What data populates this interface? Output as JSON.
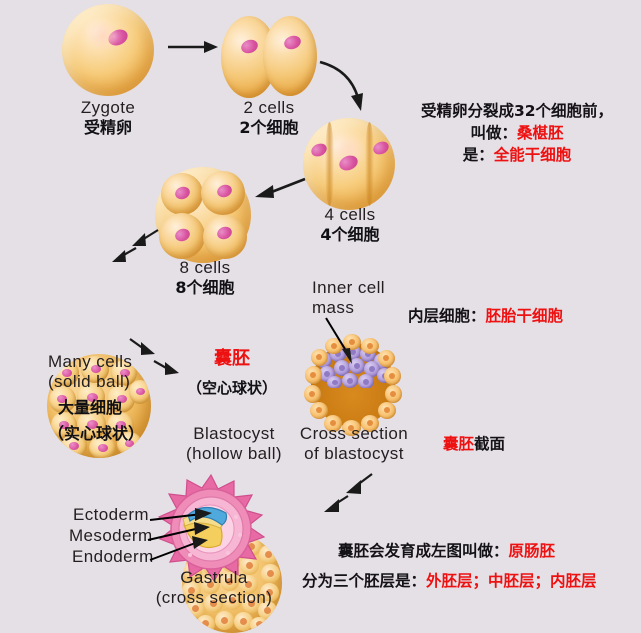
{
  "diagram": {
    "title": "Human embryonic development stages",
    "background_color": "#e5e0e6",
    "accent_red": "#ee1111",
    "text_color": "#231f20"
  },
  "stages": {
    "zygote": {
      "en": "Zygote",
      "cn": "受精卵"
    },
    "two_cells": {
      "en": "2 cells",
      "cn": "2个细胞"
    },
    "four_cells": {
      "en": "4 cells",
      "cn": "4个细胞"
    },
    "eight_cells": {
      "en": "8 cells",
      "cn": "8个细胞"
    },
    "many_cells": {
      "en_line1": "Many cells",
      "en_line2": "(solid ball)",
      "cn_line1": "大量细胞",
      "cn_line2": "（实心球状）"
    },
    "blastocyst": {
      "overlay_cn": "囊胚",
      "overlay_cn_sub": "（空心球状）",
      "en_line1": "Blastocyst",
      "en_line2": "(hollow ball)"
    },
    "cross_section": {
      "callout": "Inner cell\nmass",
      "callout_line1": "Inner cell",
      "callout_line2": "mass",
      "en_line1": "Cross section",
      "en_line2": "of blastocyst"
    },
    "gastrula": {
      "en_line1": "Gastrula",
      "en_line2": "(cross section)",
      "layers": [
        {
          "label": "Ectoderm",
          "color": "#4aa8dd"
        },
        {
          "label": "Mesoderm",
          "color": "#f0c34a"
        },
        {
          "label": "Endoderm",
          "color": "#f3d36a"
        }
      ]
    }
  },
  "annotations": {
    "morula_note": {
      "line1": "受精卵分裂成32个细胞前，",
      "line2_prefix": "叫做：",
      "line2_red": "桑椹胚",
      "line3_prefix": "是：",
      "line3_red": "全能干细胞"
    },
    "inner_cell_note": {
      "prefix": "内层细胞：",
      "red": "胚胎干细胞"
    },
    "cross_section_note": {
      "red": "囊胚",
      "suffix": "截面"
    },
    "gastrula_note": {
      "line1_prefix": "囊胚会发育成左图叫做：",
      "line1_red": "原肠胚",
      "line2_prefix": "分为三个胚层是：",
      "line2_red": "外胚层；中胚层；内胚层"
    }
  }
}
